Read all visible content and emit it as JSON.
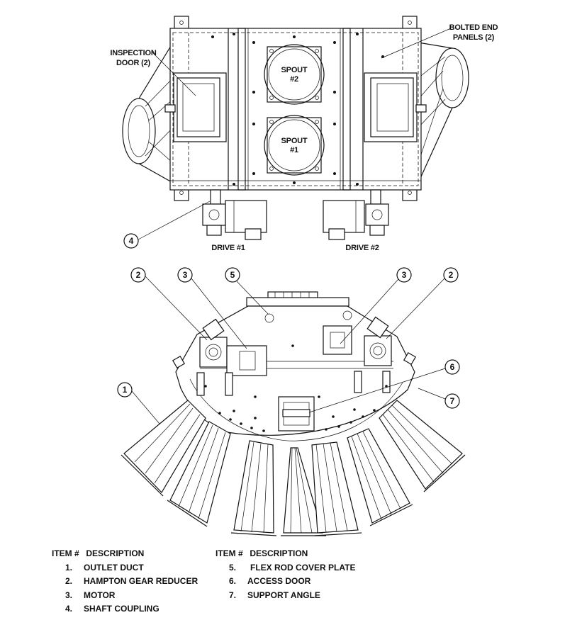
{
  "top_view": {
    "callout_bolted_end_panels": [
      "BOLTED END",
      "PANELS (2)"
    ],
    "callout_inspection_door": [
      "INSPECTION",
      "DOOR (2)"
    ],
    "spout2": [
      "SPOUT",
      "#2"
    ],
    "spout1": [
      "SPOUT",
      "#1"
    ],
    "drive1": "DRIVE #1",
    "drive2": "DRIVE #2",
    "balloon_shaft_coupling": "4"
  },
  "front_view": {
    "balloons": {
      "gear_left": "2",
      "motor_left": "3",
      "flex_rod": "5",
      "motor_right": "3",
      "gear_right": "2",
      "outlet_duct": "1",
      "access_door": "6",
      "support_angle": "7"
    }
  },
  "legend": {
    "header_item": "ITEM #",
    "header_desc": "DESCRIPTION",
    "left": [
      {
        "num": "1.",
        "desc": "OUTLET DUCT"
      },
      {
        "num": "2.",
        "desc": "HAMPTON GEAR REDUCER"
      },
      {
        "num": "3.",
        "desc": "MOTOR"
      },
      {
        "num": "4.",
        "desc": "SHAFT COUPLING"
      }
    ],
    "right": [
      {
        "num": "5.",
        "desc": "FLEX ROD COVER PLATE"
      },
      {
        "num": "6.",
        "desc": "ACCESS DOOR"
      },
      {
        "num": "7.",
        "desc": "SUPPORT ANGLE"
      }
    ]
  }
}
